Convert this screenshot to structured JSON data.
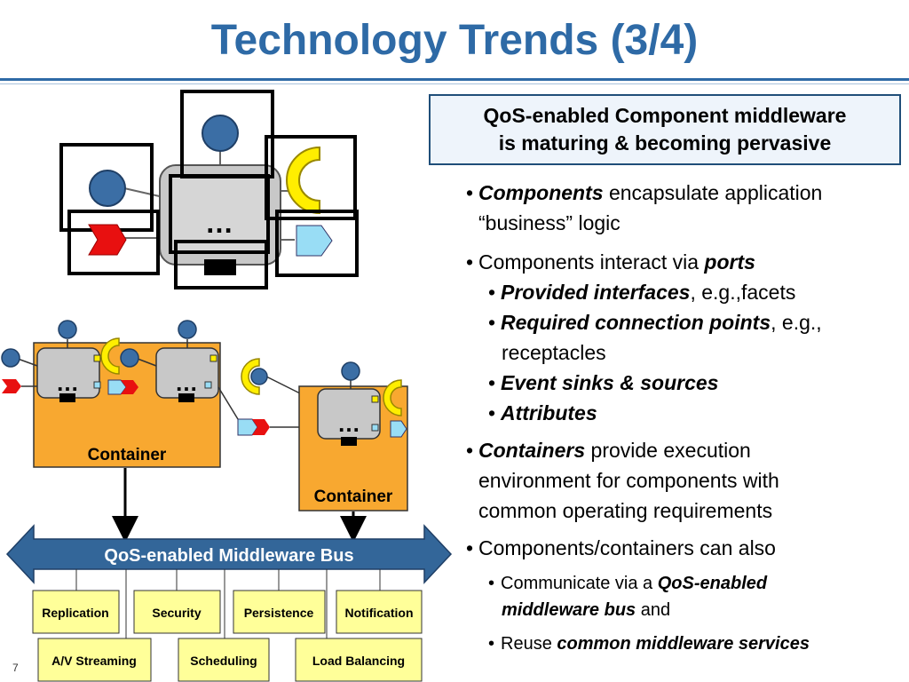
{
  "slide": {
    "title": "Technology Trends (3/4)",
    "number": "7"
  },
  "callout": {
    "line1": "QoS-enabled Component middleware",
    "line2": "is maturing & becoming pervasive"
  },
  "diagram": {
    "component_ellipsis": "…",
    "container_label": "Container",
    "bus_label": "QoS-enabled Middleware Bus",
    "services_row1": [
      "Replication",
      "Security",
      "Persistence",
      "Notification"
    ],
    "services_row2": [
      "A/V Streaming",
      "Scheduling",
      "Load Balancing"
    ]
  },
  "bullets": {
    "b1_bold": "Components",
    "b1_rest": " encapsulate application",
    "b1_cont": "“business” logic",
    "b2_text": "Components interact via ",
    "b2_bold": "ports",
    "b2a_bold": "Provided interfaces",
    "b2a_rest": ", e.g.,facets",
    "b2b_bold": "Required connection points",
    "b2b_rest": ", e.g.,",
    "b2b_cont": "receptacles",
    "b2c_bold": "Event sinks & sources",
    "b2d_bold": "Attributes",
    "b3_bold": "Containers",
    "b3_rest": " provide execution",
    "b3_cont1": "environment for components with",
    "b3_cont2": "common operating requirements",
    "b4_text": "Components/containers can also",
    "b4a_text": "Communicate via a ",
    "b4a_bold": "QoS-enabled",
    "b4a_cont_bold": "middleware bus",
    "b4a_cont_rest": " and",
    "b4b_text": "Reuse ",
    "b4b_bold": "common middleware services"
  },
  "colors": {
    "title": "#2e6aa6",
    "container_fill": "#f8a830",
    "bus_fill": "#336699",
    "service_fill": "#ffff99",
    "port_circle": "#3b6ea5",
    "facet_yellow": "#ffee00",
    "event_red": "#e81010",
    "sink_blue": "#99ddf5"
  }
}
